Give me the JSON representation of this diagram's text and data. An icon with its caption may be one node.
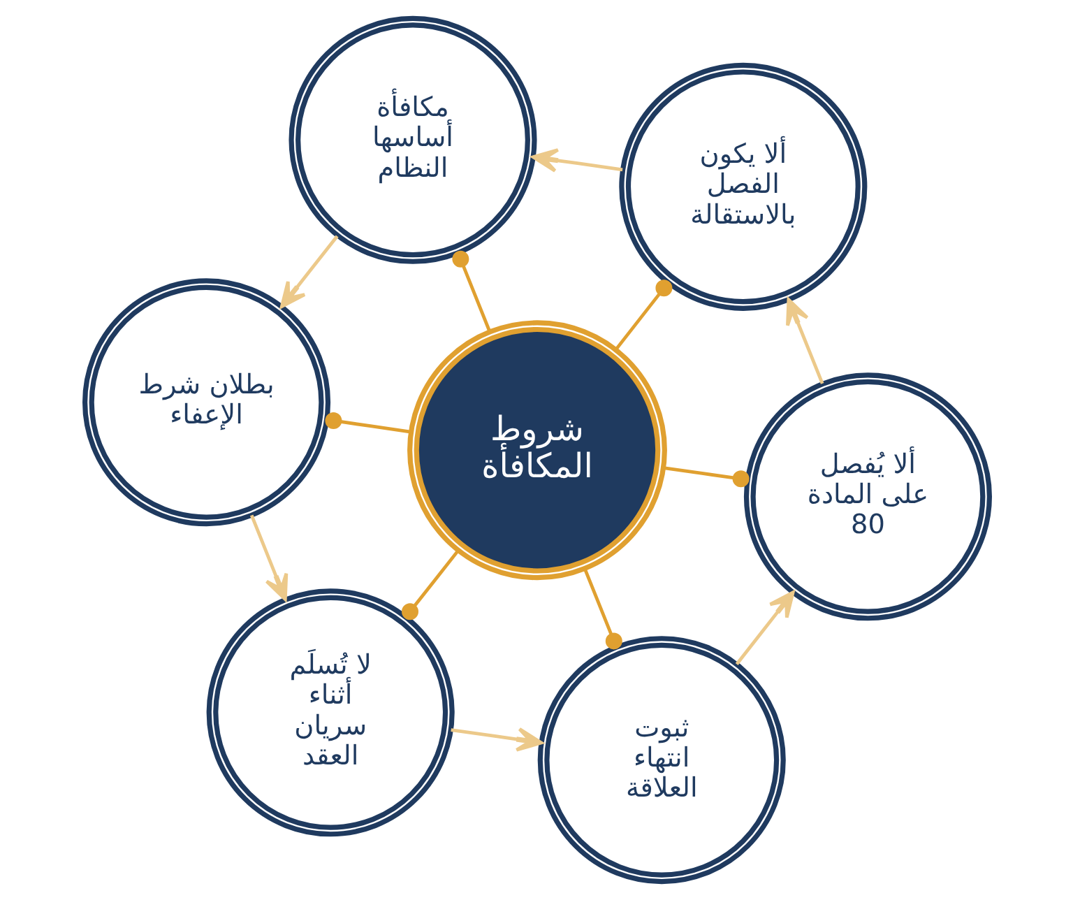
{
  "diagram": {
    "nodes": [
      {
        "text": [
          "شروط المكافأة"
        ]
      },
      {
        "text": [
          "ثبوت انتهاء العلاقة"
        ]
      },
      {
        "text": [
          "ألا يُفصل على المادة 80"
        ]
      },
      {
        "text": [
          "ألا يكون الفصل بالاستقالة"
        ]
      },
      {
        "text": [
          "مكافأة أساسها النظام"
        ]
      },
      {
        "text": [
          "بطلان شرط الإعفاء"
        ]
      },
      {
        "text": [
          "لا تُسلَم أثناء سريان العقد"
        ]
      }
    ],
    "edges": [
      {
        "from": 0,
        "to": 1,
        "arrow": "other"
      },
      {
        "from": 0,
        "to": 2,
        "arrow": "other"
      },
      {
        "from": 0,
        "to": 3,
        "arrow": "other"
      },
      {
        "from": 0,
        "to": 4,
        "arrow": "other"
      },
      {
        "from": 0,
        "to": 5,
        "arrow": "other"
      },
      {
        "from": 0,
        "to": 6,
        "arrow": "other"
      },
      {
        "from": 1,
        "to": 2,
        "arrow": "to"
      },
      {
        "from": 2,
        "to": 3,
        "arrow": "to"
      },
      {
        "from": 3,
        "to": 4,
        "arrow": "to"
      },
      {
        "from": 4,
        "to": 5,
        "arrow": "to"
      },
      {
        "from": 5,
        "to": 6,
        "arrow": "to"
      },
      {
        "from": 6,
        "to": 1,
        "arrow": "to"
      }
    ]
  }
}
